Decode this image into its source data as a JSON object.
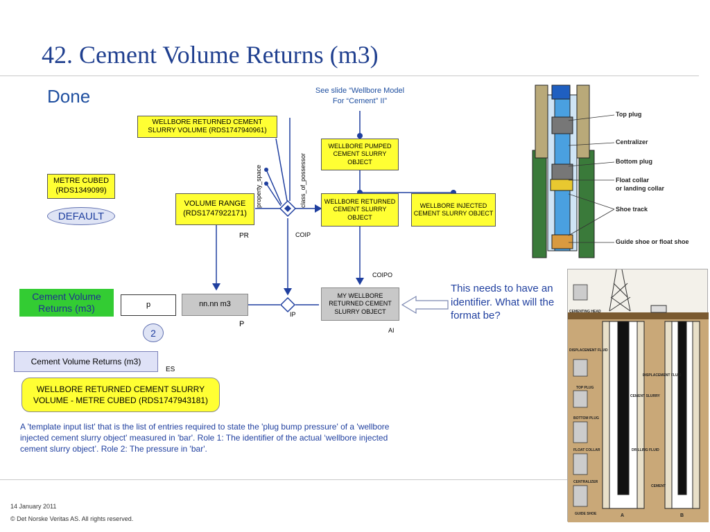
{
  "slide": {
    "title": "42. Cement Volume Returns (m3)",
    "status": "Done",
    "footer_date": "14 January 2011",
    "footer_copyright": "© Det Norske Veritas AS. All rights reserved."
  },
  "diagram": {
    "see_slide_note": "See slide “Wellbore Model For “Cement” II”",
    "wellbore_returned_cement_slurry_volume": "WELLBORE RETURNED CEMENT SLURRY VOLUME (RDS1747940961)",
    "wellbore_pumped_cement_slurry_object": "WELLBORE PUMPED CEMENT SLURRY OBJECT",
    "metre_cubed": "METRE CUBED (RDS1349099)",
    "default_label": "DEFAULT",
    "volume_range": "VOLUME RANGE (RDS1747922171)",
    "wellbore_returned_cement_slurry_object": "WELLBORE RETURNED CEMENT SLURRY OBJECT",
    "wellbore_injected_cement_slurry_object": "WELLBORE INJECTED CEMENT SLURRY OBJECT",
    "property_space": "property_space",
    "class_of_possessor": "class_of_possessor",
    "pr": "PR",
    "coip": "COIP",
    "coipo": "COIPO",
    "cement_volume_returns": "Cement Volume Returns (m3)",
    "p_input": "p",
    "value_box": "nn.nn m3",
    "my_wellbore_returned_cement_slurry_object": "MY WELLBORE RETURNED CEMENT SLURRY OBJECT",
    "ip": "IP",
    "p": "P",
    "ai": "AI",
    "number_badge": "2",
    "identifier_note": "This needs to have an identifier. What will the format be?",
    "es_box": "Cement Volume Returns (m3)",
    "es": "ES",
    "wellbore_returned_cement_slurry_volume_metre_cubed": "WELLBORE RETURNED CEMENT SLURRY VOLUME - METRE CUBED (RDS1747943181)",
    "description": "A 'template input list' that is the list of entries required to state the 'plug bump pressure' of a 'wellbore injected cement slurry object' measured in 'bar'. Role 1: The identifier of the actual ‘wellbore injected cement slurry object’. Role 2: The pressure in 'bar'."
  },
  "casing_figure": {
    "labels": [
      "Top plug",
      "Centralizer",
      "Bottom plug",
      "Float collar",
      "or landing collar",
      "Shoe track",
      "Guide shoe or float shoe"
    ]
  },
  "rig_figure": {
    "labels": [
      "CEMENTING HEAD",
      "DISPLACEMENT FLUID",
      "TOP PLUG",
      "BOTTOM PLUG",
      "FLOAT COLLAR",
      "CENTRALIZER",
      "GUIDE SHOE",
      "DISPLACEMENT FLUID",
      "CEMENT SLURRY",
      "DRILLING FLUID",
      "CEMENT",
      "A",
      "B"
    ]
  }
}
